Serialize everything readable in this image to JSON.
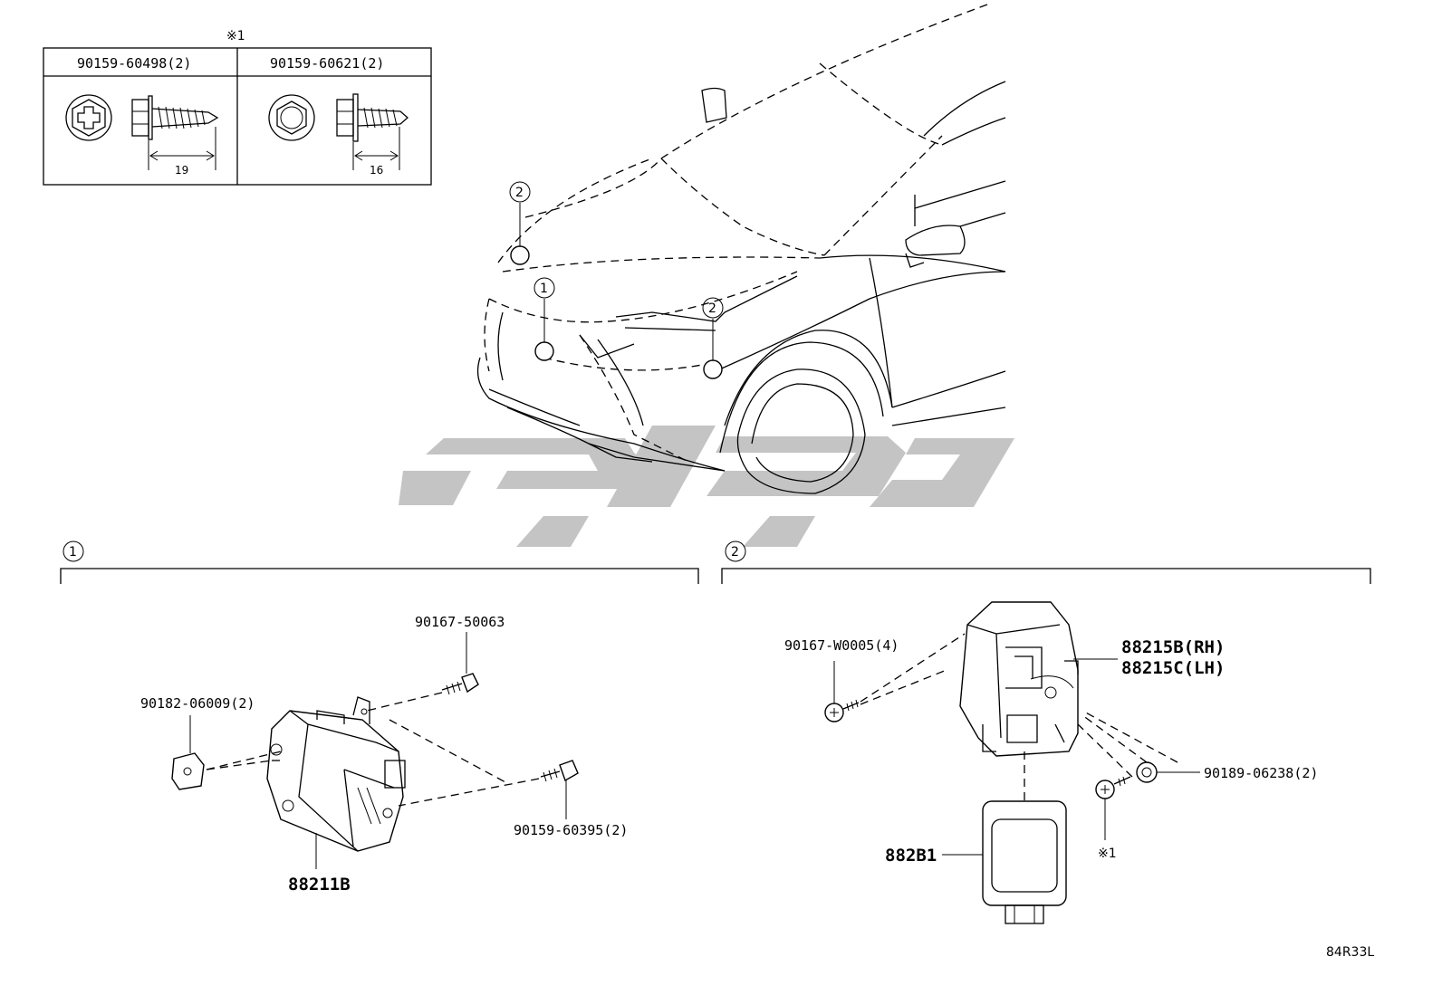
{
  "legend_table": {
    "marker": "※1",
    "columns": [
      {
        "part_no": "90159-60498(2)",
        "dimension": "19"
      },
      {
        "part_no": "90159-60621(2)",
        "dimension": "16"
      }
    ]
  },
  "callouts": {
    "one": "1",
    "two": "2"
  },
  "group1": {
    "label": "1",
    "parts": {
      "screw_top": "90167-50063",
      "nut": "90182-06009(2)",
      "bolt_right": "90159-60395(2)",
      "sensor": "88211B"
    }
  },
  "group2": {
    "label": "2",
    "parts": {
      "screw": "90167-W0005(4)",
      "bracket_rh": "88215B(RH)",
      "bracket_lh": "88215C(LH)",
      "clip": "90189-06238(2)",
      "sensor": "882B1",
      "screw_ref": "※1"
    }
  },
  "diagram_code": "84R33L",
  "colors": {
    "line": "#000000",
    "watermark": "#c4c4c4",
    "background": "#ffffff"
  }
}
